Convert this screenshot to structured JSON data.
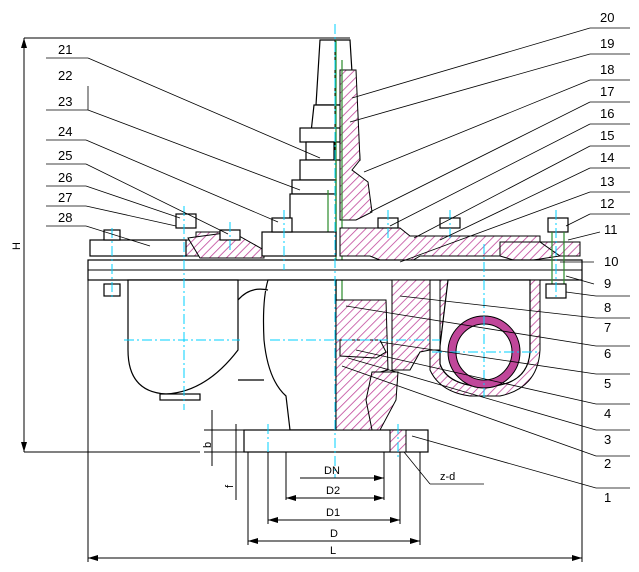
{
  "part_numbers_left": [
    "21",
    "22",
    "23",
    "24",
    "25",
    "26",
    "27",
    "28"
  ],
  "part_numbers_right": [
    "20",
    "19",
    "18",
    "17",
    "16",
    "15",
    "14",
    "13",
    "12",
    "11",
    "10",
    "9",
    "8",
    "7",
    "6",
    "5",
    "4",
    "3",
    "2",
    "1"
  ],
  "dimensions": {
    "H": "H",
    "b": "b",
    "f": "f",
    "DN": "DN",
    "D2": "D2",
    "D1": "D1",
    "D": "D",
    "L": "L",
    "z_d": "z-d"
  },
  "colors": {
    "hatch": "#c0479a",
    "centerline": "#00d0ff",
    "float_ball": "#c0479a",
    "stem": "#2a8a2a"
  }
}
